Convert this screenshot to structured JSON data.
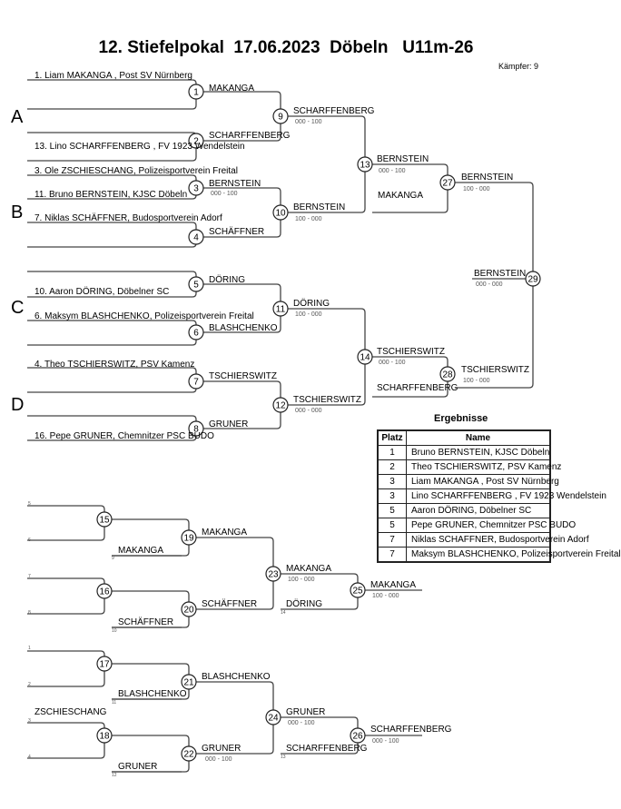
{
  "header": {
    "title": "12. Stiefelpokal  17.06.2023  Döbeln   U11m-26",
    "fighters_count": "Kämpfer: 9"
  },
  "groups": [
    "A",
    "B",
    "C",
    "D"
  ],
  "entrants": [
    {
      "label": "1. Liam  MAKANGA , Post SV Nürnberg"
    },
    {
      "label": "13. Lino SCHARFFENBERG , FV 1923 Wendelstein"
    },
    {
      "label": "3. Ole ZSCHIESCHANG, Polizeisportverein Freital"
    },
    {
      "label": "11. Bruno BERNSTEIN, KJSC Döbeln"
    },
    {
      "label": "7. Niklas SCHÄFFNER, Budosportverein Adorf"
    },
    {
      "label": "10. Aaron DÖRING, Döbelner SC"
    },
    {
      "label": "6. Maksym BLASHCHENKO, Polizeisportverein Freital"
    },
    {
      "label": "4. Theo TSCHIERSWITZ, PSV Kamenz"
    },
    {
      "label": "16. Pepe GRUNER, Chemnitzer PSC BUDO"
    }
  ],
  "matches": [
    {
      "no": "1",
      "winner": "MAKANGA",
      "score": ""
    },
    {
      "no": "2",
      "winner": "SCHARFFENBERG",
      "score": ""
    },
    {
      "no": "3",
      "winner": "BERNSTEIN",
      "score": "000 - 100"
    },
    {
      "no": "4",
      "winner": "SCHÄFFNER",
      "score": ""
    },
    {
      "no": "5",
      "winner": "DÖRING",
      "score": ""
    },
    {
      "no": "6",
      "winner": "BLASHCHENKO",
      "score": ""
    },
    {
      "no": "7",
      "winner": "TSCHIERSWITZ",
      "score": ""
    },
    {
      "no": "8",
      "winner": "GRUNER",
      "score": ""
    },
    {
      "no": "9",
      "winner": "SCHARFFENBERG",
      "score": "000 - 100"
    },
    {
      "no": "10",
      "winner": "BERNSTEIN",
      "score": "100 - 000"
    },
    {
      "no": "11",
      "winner": "DÖRING",
      "score": "100 - 000"
    },
    {
      "no": "12",
      "winner": "TSCHIERSWITZ",
      "score": "000 - 000"
    },
    {
      "no": "13",
      "winner": "BERNSTEIN",
      "score": "000 - 100"
    },
    {
      "no": "14",
      "winner": "TSCHIERSWITZ",
      "score": "000 - 100"
    },
    {
      "no": "27",
      "winner": "BERNSTEIN",
      "score": "100 - 000"
    },
    {
      "no": "28",
      "winner": "TSCHIERSWITZ",
      "score": "100 - 000"
    },
    {
      "no": "29",
      "winner": "BERNSTEIN",
      "score": "000 - 000"
    },
    {
      "no": "15",
      "winner": "",
      "score": ""
    },
    {
      "no": "16",
      "winner": "",
      "score": ""
    },
    {
      "no": "17",
      "winner": "",
      "score": ""
    },
    {
      "no": "18",
      "winner": "ZSCHIESCHANG",
      "score": ""
    },
    {
      "no": "19",
      "winner": "MAKANGA",
      "score": ""
    },
    {
      "no": "20",
      "winner": "SCHÄFFNER",
      "score": ""
    },
    {
      "no": "21",
      "winner": "BLASHCHENKO",
      "score": ""
    },
    {
      "no": "22",
      "winner": "GRUNER",
      "score": "000 - 100"
    },
    {
      "no": "23",
      "winner": "MAKANGA",
      "score": "100 - 000"
    },
    {
      "no": "24",
      "winner": "GRUNER",
      "score": "000 - 100"
    },
    {
      "no": "25",
      "winner": "MAKANGA",
      "score": "100 - 000"
    },
    {
      "no": "26",
      "winner": "SCHARFFENBERG",
      "score": "000 - 100"
    }
  ],
  "side_entries": {
    "m27_lower": "MAKANGA",
    "m28_lower": "SCHARFFENBERG",
    "m18_top": "ZSCHIESCHANG",
    "m19_lower": "MAKANGA",
    "m20_lower": "SCHÄFFNER",
    "m21_lower": "BLASHCHENKO",
    "m22_lower": "GRUNER",
    "m25_lower": "DÖRING",
    "m26_lower": "SCHARFFENBERG"
  },
  "repechage_seeds": [
    "5",
    "6",
    "9",
    "7",
    "8",
    "10",
    "1",
    "2",
    "11",
    "3",
    "4",
    "12",
    "14",
    "13"
  ],
  "results": {
    "title": "Ergebnisse",
    "columns": [
      "Platz",
      "Name"
    ],
    "rows": [
      {
        "place": "1",
        "name": "Bruno BERNSTEIN, KJSC Döbeln"
      },
      {
        "place": "2",
        "name": "Theo TSCHIERSWITZ, PSV Kamenz"
      },
      {
        "place": "3",
        "name": "Liam  MAKANGA , Post SV Nürnberg"
      },
      {
        "place": "3",
        "name": "Lino SCHARFFENBERG , FV 1923 Wendelstein"
      },
      {
        "place": "5",
        "name": "Aaron DÖRING, Döbelner SC"
      },
      {
        "place": "5",
        "name": "Pepe GRUNER, Chemnitzer PSC BUDO"
      },
      {
        "place": "7",
        "name": "Niklas SCHAFFNER, Budosportverein Adorf"
      },
      {
        "place": "7",
        "name": "Maksym BLASHCHENKO, Polizeisportverein Freital"
      }
    ]
  }
}
